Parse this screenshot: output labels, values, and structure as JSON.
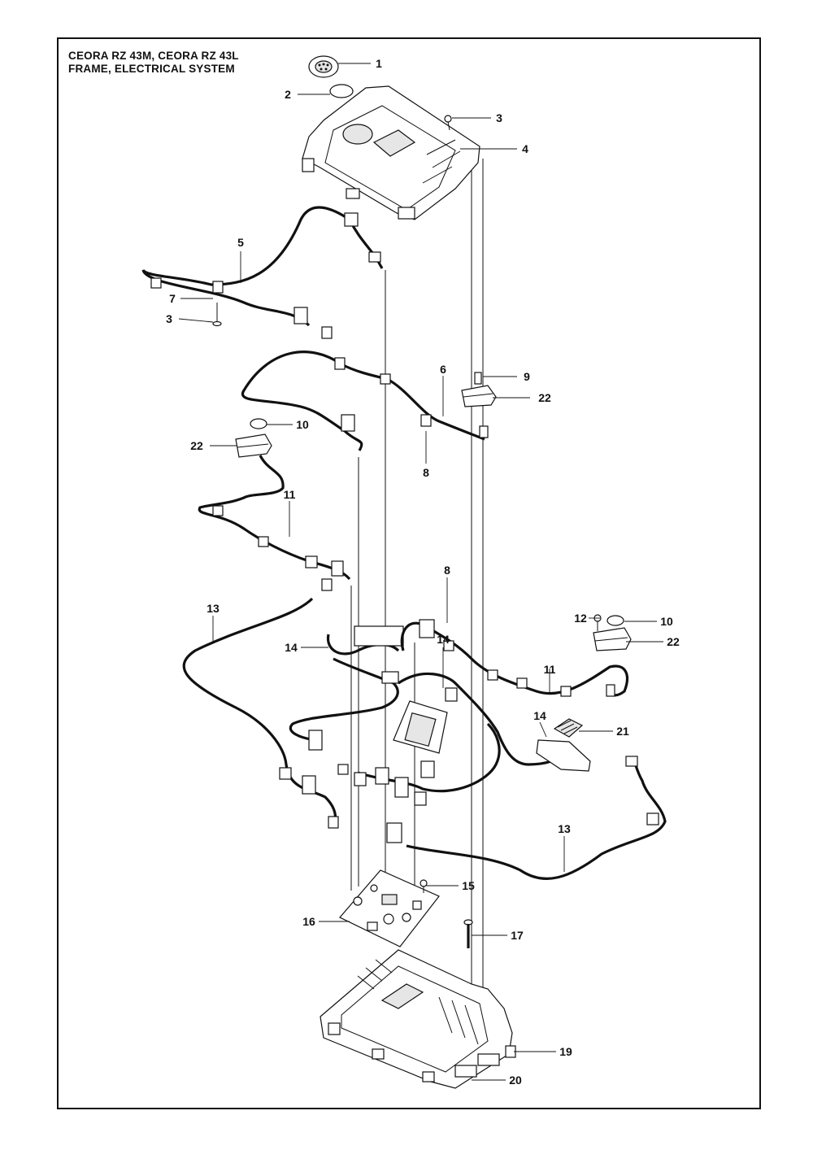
{
  "title": {
    "line1": "CEORA RZ 43M, CEORA RZ 43L",
    "line2": "FRAME, ELECTRICAL SYSTEM"
  },
  "callouts": [
    "1",
    "2",
    "3",
    "4",
    "5",
    "7",
    "3",
    "9",
    "6",
    "22",
    "10",
    "22",
    "8",
    "11",
    "8",
    "12",
    "10",
    "13",
    "14",
    "14",
    "22",
    "11",
    "14",
    "21",
    "13",
    "15",
    "16",
    "17",
    "19",
    "20"
  ]
}
